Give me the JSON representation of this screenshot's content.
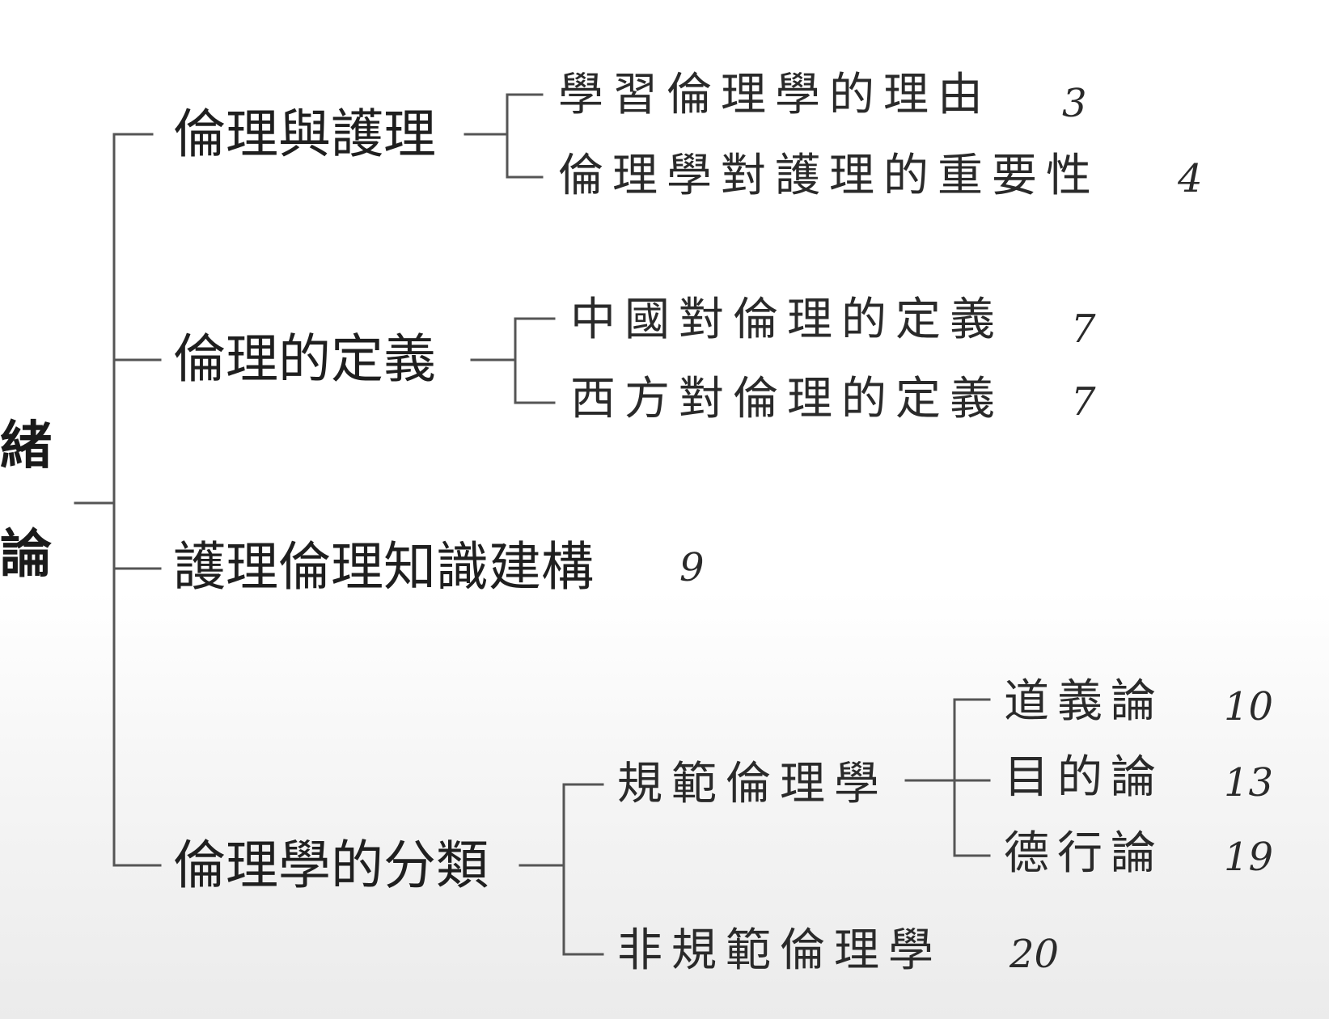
{
  "root": {
    "chars": [
      "緒",
      "論"
    ]
  },
  "sections": [
    {
      "label": "倫理與護理",
      "children": [
        {
          "label": "學習倫理學的理由",
          "page": "3"
        },
        {
          "label": "倫理學對護理的重要性",
          "page": "4"
        }
      ]
    },
    {
      "label": "倫理的定義",
      "children": [
        {
          "label": "中國對倫理的定義",
          "page": "7"
        },
        {
          "label": "西方對倫理的定義",
          "page": "7"
        }
      ]
    },
    {
      "label": "護理倫理知識建構",
      "page": "9"
    },
    {
      "label": "倫理學的分類",
      "children": [
        {
          "label": "規範倫理學",
          "children": [
            {
              "label": "道義論",
              "page": "10"
            },
            {
              "label": "目的論",
              "page": "13"
            },
            {
              "label": "德行論",
              "page": "19"
            }
          ]
        },
        {
          "label": "非規範倫理學",
          "page": "20"
        }
      ]
    }
  ]
}
